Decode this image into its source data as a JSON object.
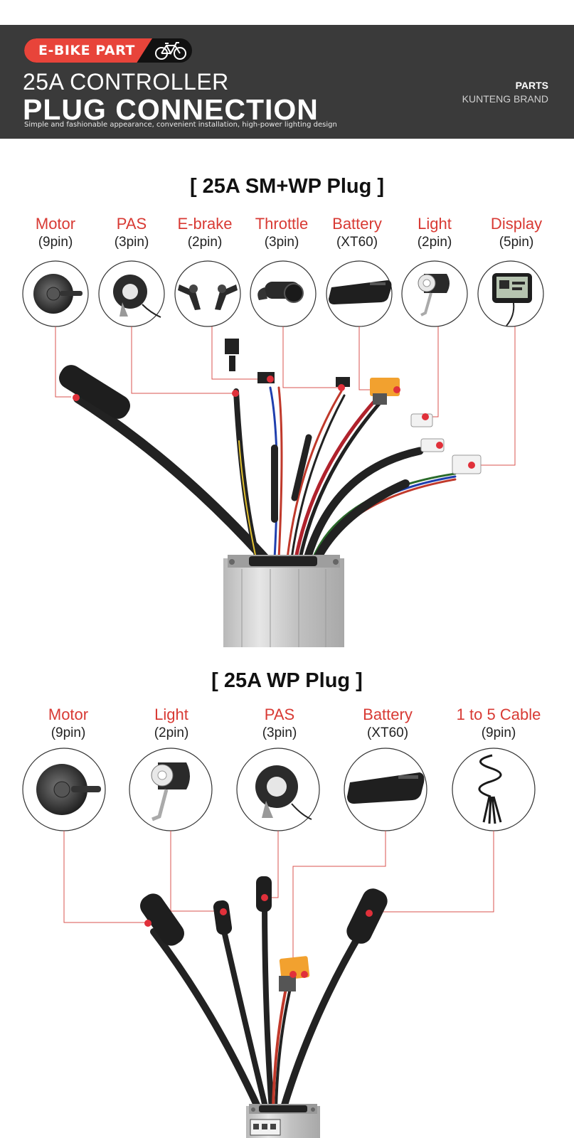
{
  "header": {
    "badge": "E-BIKE PART",
    "title_line1": "25A CONTROLLER",
    "title_line2": "PLUG  CONNECTION",
    "subtitle": "Simple and fashionable appearance, convenient installation, high-power lighting design",
    "parts": "PARTS",
    "brand": "KUNTENG BRAND"
  },
  "section1": {
    "title": "[ 25A  SM+WP Plug ]",
    "items": [
      {
        "name": "Motor",
        "pin": "(9pin)",
        "icon": "hub-motor-icon"
      },
      {
        "name": "PAS",
        "pin": "(3pin)",
        "icon": "pas-sensor-icon"
      },
      {
        "name": "E-brake",
        "pin": "(2pin)",
        "icon": "brake-lever-icon"
      },
      {
        "name": "Throttle",
        "pin": "(3pin)",
        "icon": "throttle-icon"
      },
      {
        "name": "Battery",
        "pin": "(XT60)",
        "icon": "battery-icon"
      },
      {
        "name": "Light",
        "pin": "(2pin)",
        "icon": "headlight-icon"
      },
      {
        "name": "Display",
        "pin": "(5pin)",
        "icon": "lcd-display-icon"
      }
    ]
  },
  "section2": {
    "title": "[ 25A  WP Plug ]",
    "items": [
      {
        "name": "Motor",
        "pin": "(9pin)",
        "icon": "hub-motor-icon"
      },
      {
        "name": "Light",
        "pin": "(2pin)",
        "icon": "headlight-icon"
      },
      {
        "name": "PAS",
        "pin": "(3pin)",
        "icon": "pas-sensor-icon"
      },
      {
        "name": "Battery",
        "pin": "(XT60)",
        "icon": "battery-icon"
      },
      {
        "name": "1 to 5 Cable",
        "pin": "(9pin)",
        "icon": "cable-icon"
      }
    ]
  },
  "colors": {
    "header_bg": "#3a3a3a",
    "accent_red": "#e8443a",
    "label_red": "#d83a34",
    "connector_orange": "#f2a12f",
    "controller_silver": "#c9c9c9"
  }
}
